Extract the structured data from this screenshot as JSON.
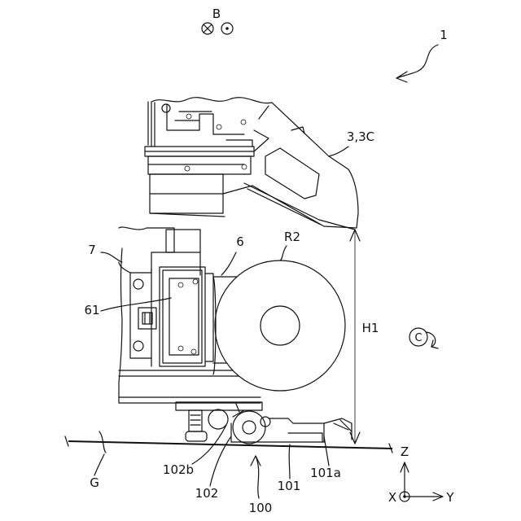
{
  "labels": {
    "fig_ref": "1",
    "cover": "3,3C",
    "holder": "6",
    "frame": "7",
    "roll": "R2",
    "unit": "61",
    "height": "H1",
    "ground": "G",
    "part_102b": "102b",
    "part_102": "102",
    "part_100": "100",
    "part_101": "101",
    "part_101a": "101a",
    "rotation_dir": "B",
    "z_axis": "Z",
    "y_axis": "Y",
    "x_axis": "X"
  },
  "icons": {
    "rotation_into_page": "circle-cross-icon",
    "rotation_out_of_page": "circle-dot-icon",
    "rotation_clockwise": "rotate-cw-icon",
    "axis_origin": "axis-origin-icon"
  }
}
